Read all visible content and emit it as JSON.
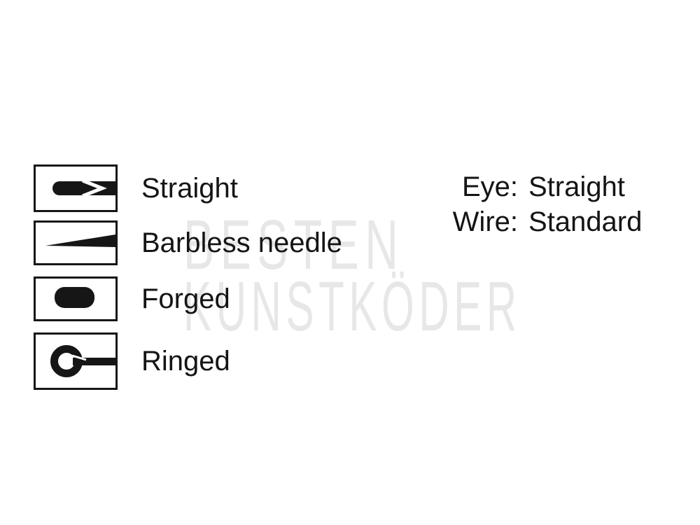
{
  "legend": {
    "items": [
      {
        "label": "Straight",
        "icon": "straight-point-icon"
      },
      {
        "label": "Barbless needle",
        "icon": "barbless-needle-icon"
      },
      {
        "label": "Forged",
        "icon": "forged-icon"
      },
      {
        "label": "Ringed",
        "icon": "ringed-icon"
      }
    ]
  },
  "specs": [
    {
      "label": "Eye:",
      "value": "Straight"
    },
    {
      "label": "Wire:",
      "value": "Standard"
    }
  ],
  "watermark": {
    "line1": "BESTEN",
    "line2": "KUNSTKÖDER"
  },
  "colors": {
    "ink": "#161616",
    "watermark": "#e7e7e7",
    "background": "#ffffff"
  }
}
